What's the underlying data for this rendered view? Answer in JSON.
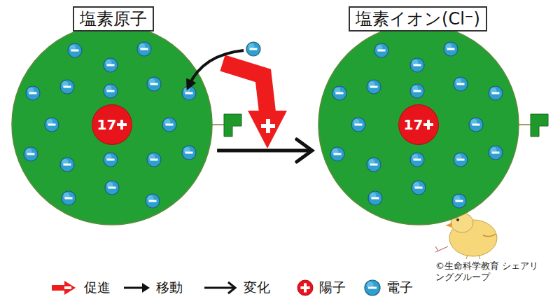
{
  "diagram": {
    "nodes": [
      {
        "text": [
          "塩素原子"
        ]
      },
      {
        "text": [
          "17"
        ],
        "in": 0
      },
      {
        "text": [
          "塩素イオン(Cl⁻)"
        ]
      },
      {
        "text": [
          "17"
        ],
        "in": 2
      }
    ],
    "edges": [
      {
        "from": 0,
        "to": 2,
        "arrow": "to"
      }
    ],
    "labels": [
      "©生命科学教育 シェアリンググループ"
    ],
    "legend": [
      {
        "text": "促進"
      },
      {
        "text": "移動"
      },
      {
        "text": "変化"
      },
      {
        "text": "陽子"
      },
      {
        "text": "電子"
      }
    ]
  }
}
